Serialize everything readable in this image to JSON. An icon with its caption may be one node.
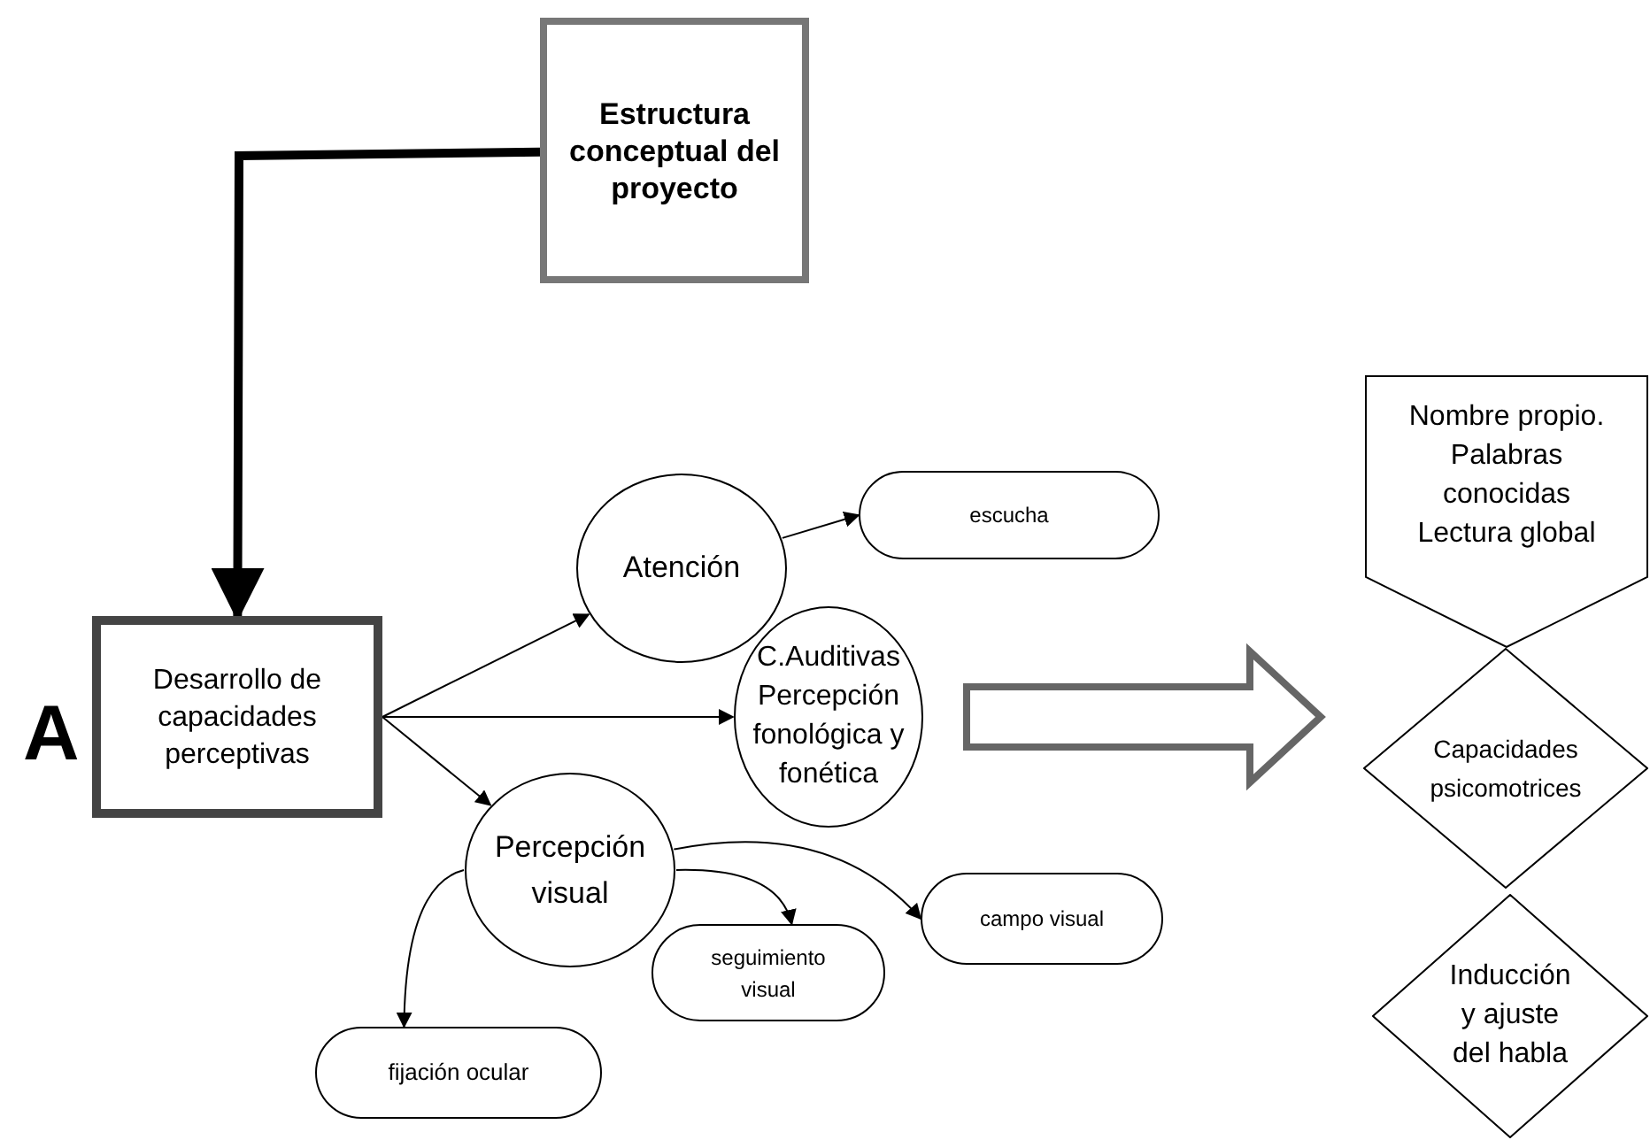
{
  "diagram": {
    "nodes": [
      {
        "text": [
          "Estructura conceptual del proyecto"
        ]
      },
      {
        "text": [
          "Desarrollo de capacidades perceptivas"
        ],
        "beside": [
          "A"
        ]
      },
      {
        "text": [
          "Atención"
        ]
      },
      {
        "text": [
          "escucha"
        ]
      },
      {
        "text": [
          "C.Auditivas Percepción fonológica y fonética"
        ]
      },
      {
        "text": [
          "Percepción visual"
        ]
      },
      {
        "text": [
          "seguimiento visual"
        ]
      },
      {
        "text": [
          "campo visual"
        ]
      },
      {
        "text": [
          "fijación ocular"
        ]
      },
      {
        "text": [
          "Nombre propio. Palabras conocidas Lectura global"
        ]
      },
      {
        "text": [
          "Capacidades psicomotrices"
        ]
      },
      {
        "text": [
          "Inducción y ajuste del habla"
        ]
      }
    ],
    "edges": [
      {
        "from": 0,
        "to": 1,
        "arrow": "to",
        "style": "thick"
      },
      {
        "from": 1,
        "to": 2,
        "arrow": "to"
      },
      {
        "from": 2,
        "to": 3,
        "arrow": "to"
      },
      {
        "from": 1,
        "to": 4,
        "arrow": "to"
      },
      {
        "from": 1,
        "to": 5,
        "arrow": "to"
      },
      {
        "from": 5,
        "to": 8,
        "arrow": "to"
      },
      {
        "from": 5,
        "to": 6,
        "arrow": "to"
      },
      {
        "from": 5,
        "to": 7,
        "arrow": "to"
      },
      {
        "from": 4,
        "to": 10,
        "arrow": "to",
        "style": "thick",
        "color": "#666666"
      }
    ]
  }
}
